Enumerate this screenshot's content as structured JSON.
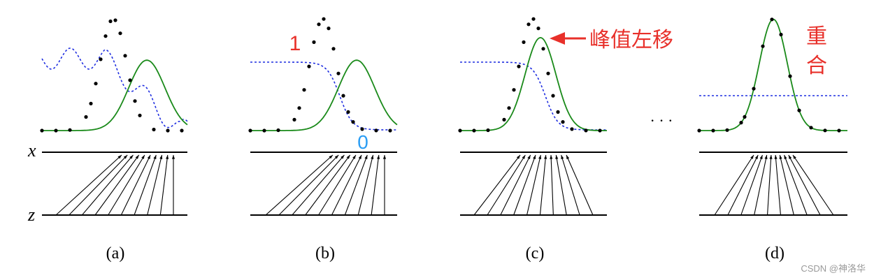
{
  "axis_labels": {
    "x": "x",
    "z": "z"
  },
  "panels": [
    {
      "id": "a",
      "caption": "(a)",
      "discriminator": "wave"
    },
    {
      "id": "b",
      "caption": "(b)",
      "discriminator": "sigmoid",
      "annotations": [
        {
          "text": "1",
          "color": "#e8302a"
        },
        {
          "text": "0",
          "color": "#2a9df4"
        }
      ]
    },
    {
      "id": "c",
      "caption": "(c)",
      "discriminator": "sigmoid_shifted",
      "annotations": [
        {
          "text": "峰值左移",
          "color": "#e8302a"
        }
      ]
    },
    {
      "id": "d",
      "caption": "(d)",
      "discriminator": "flat",
      "annotations": [
        {
          "text": "重",
          "color": "#e8302a"
        },
        {
          "text": "合",
          "color": "#e8302a"
        }
      ]
    }
  ],
  "ellipsis": "· · ·",
  "watermark": "CSDN @神洛华",
  "colors": {
    "real": "#000000",
    "generated": "#1a8a1a",
    "discriminator": "#1f2ee0",
    "arrow": "#e8302a"
  }
}
